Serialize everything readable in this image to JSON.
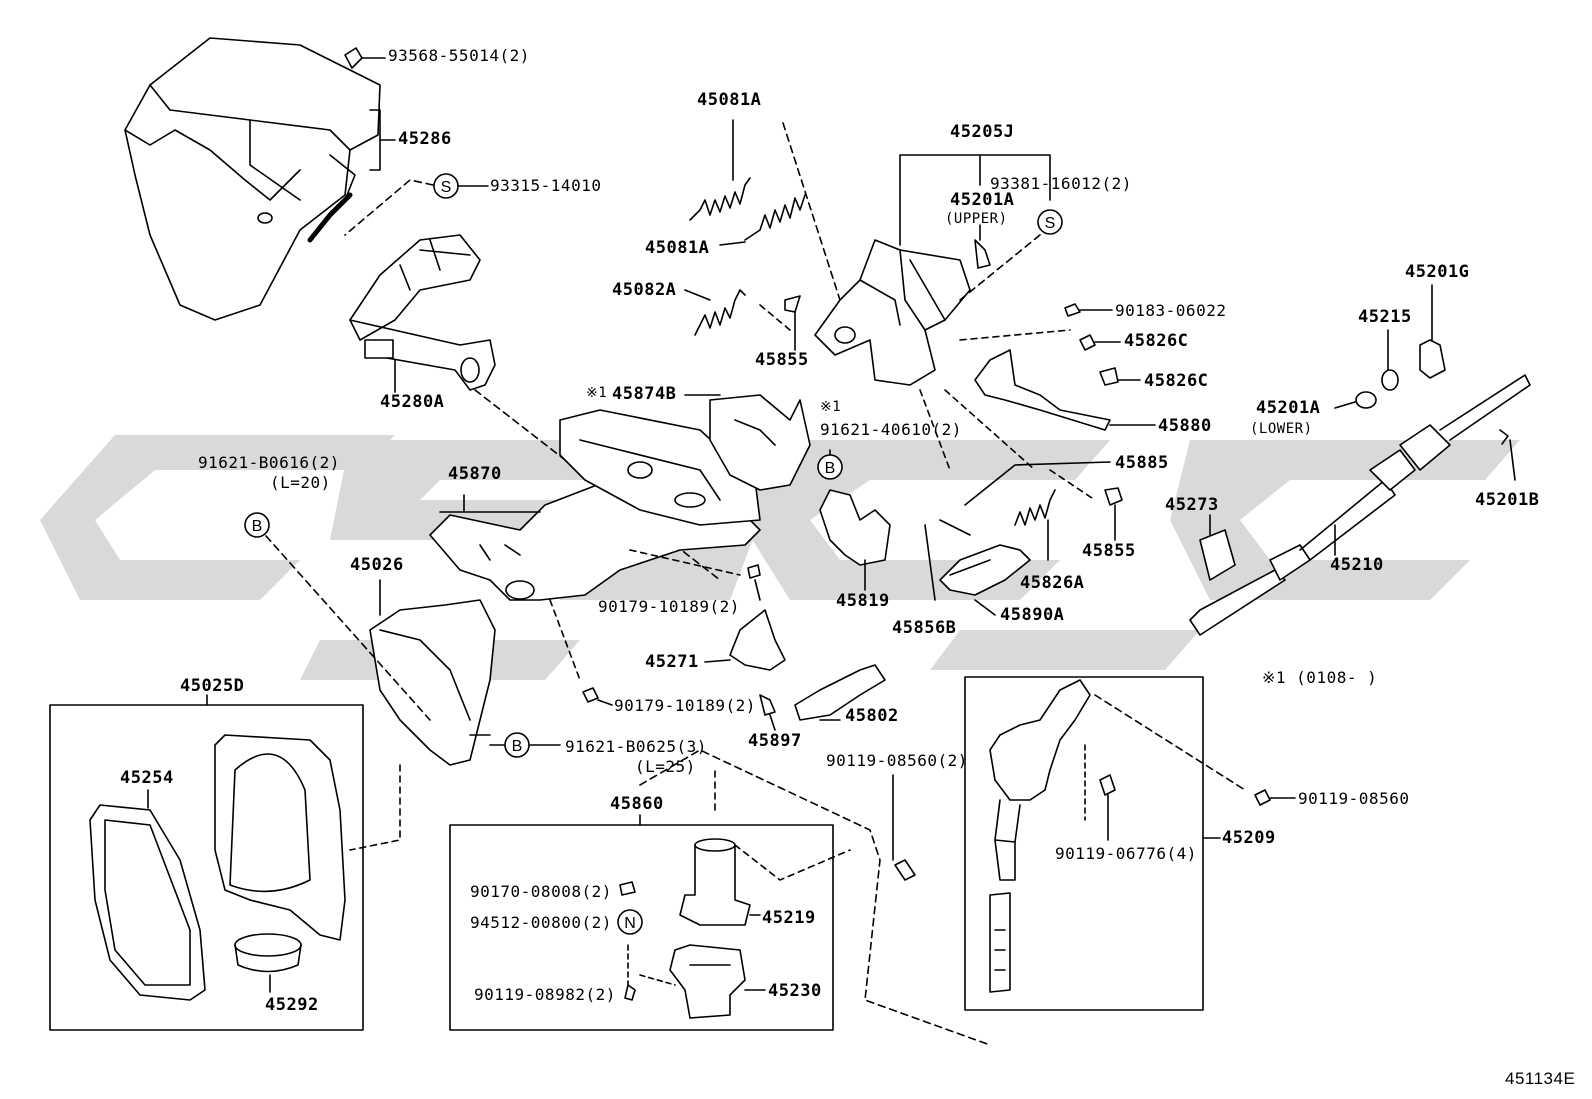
{
  "labels": {
    "p93568": "93568-55014(2)",
    "p45286": "45286",
    "p93315": "93315-14010",
    "p45280A": "45280A",
    "p45081A_top": "45081A",
    "p45081A_mid": "45081A",
    "p45082A": "45082A",
    "p45855_a": "45855",
    "p45205J": "45205J",
    "p93381": "93381-16012(2)",
    "p45201A_u": "45201A",
    "upper": "(UPPER)",
    "p90183": "90183-06022",
    "p45826C_a": "45826C",
    "p45826C_b": "45826C",
    "p45880": "45880",
    "p45201G": "45201G",
    "p45215": "45215",
    "p45201A_l": "45201A",
    "lower": "(LOWER)",
    "p45201B": "45201B",
    "p45874B": "45874B",
    "mark1_a": "※1",
    "mark1_b": "※1",
    "p91621_40610": "91621-40610(2)",
    "p45885": "45885",
    "p45855_b": "45855",
    "p45273": "45273",
    "p45210": "45210",
    "p91621_B0616": "91621-B0616(2)",
    "l20": "(L=20)",
    "p45870": "45870",
    "p45026": "45026",
    "p90179_a": "90179-10189(2)",
    "p45819": "45819",
    "p45856B": "45856B",
    "p45890A": "45890A",
    "p45826A": "45826A",
    "p45271": "45271",
    "p90179_b": "90179-10189(2)",
    "p45802": "45802",
    "p45897": "45897",
    "note1": "※1 (0108-   )",
    "p45025D": "45025D",
    "p45254": "45254",
    "p45292": "45292",
    "p91621_B0625": "91621-B0625(3)",
    "l25": "(L=25)",
    "p90119_08560_a": "90119-08560(2)",
    "p90119_08560_b": "90119-08560",
    "p90119_06776": "90119-06776(4)",
    "p45209": "45209",
    "p45860": "45860",
    "p90170": "90170-08008(2)",
    "p94512": "94512-00800(2)",
    "p90119_08982": "90119-08982(2)",
    "p45219": "45219",
    "p45230": "45230",
    "drawing_code": "451134E"
  },
  "symbols": {
    "S": "S",
    "B": "B",
    "N": "N"
  },
  "colors": {
    "line": "#000000",
    "watermark": "#d9d9d9",
    "background": "#ffffff"
  }
}
